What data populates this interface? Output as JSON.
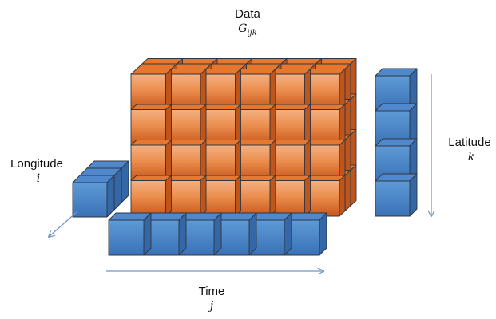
{
  "labels": {
    "data": {
      "title": "Data",
      "symbol": "G",
      "subscript": "ijk"
    },
    "latitude": {
      "title": "Latitude",
      "symbol": "k"
    },
    "longitude": {
      "title": "Longitude",
      "symbol": "i"
    },
    "time": {
      "title": "Time",
      "symbol": "j"
    }
  },
  "grid": {
    "columns": 6,
    "rows": 4,
    "depth_layers": 3
  },
  "colors": {
    "cube_orange_light": "#f3b183",
    "cube_orange_dark": "#c8561a",
    "cube_orange_side": "#c0551c",
    "cube_orange_top": "#e5782e",
    "cube_blue_light": "#5e9ad6",
    "cube_blue_dark": "#3a72b6",
    "cube_blue_side": "#3467a6",
    "cube_blue_top": "#4f88cc",
    "edge": "#2f3640",
    "arrow": "#6f93c8"
  }
}
